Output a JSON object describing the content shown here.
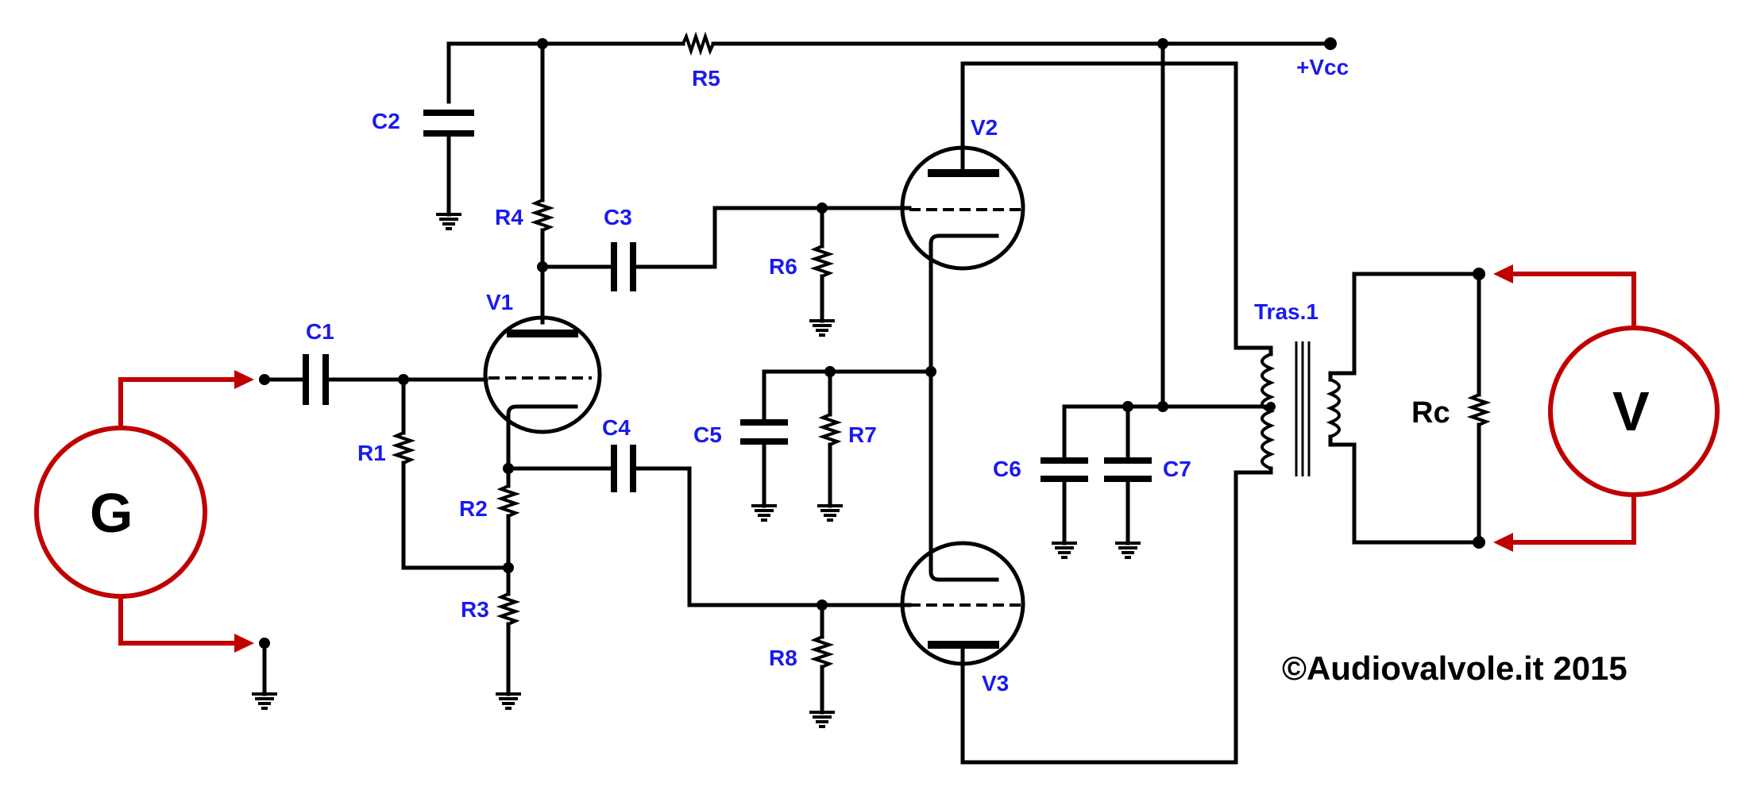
{
  "labels": {
    "c1": "C1",
    "c2": "C2",
    "c3": "C3",
    "c4": "C4",
    "c5": "C5",
    "c6": "C6",
    "c7": "C7",
    "r1": "R1",
    "r2": "R2",
    "r3": "R3",
    "r4": "R4",
    "r5": "R5",
    "r6": "R6",
    "r7": "R7",
    "r8": "R8",
    "v1": "V1",
    "v2": "V2",
    "v3": "V3",
    "vcc": "+Vcc",
    "tras": "Tras.1",
    "rc": "Rc",
    "generator": "G",
    "voltmeter": "V"
  },
  "copyright": "©Audiovalvole.it 2015",
  "colors": {
    "wire": "#000000",
    "instrument": "#c00000",
    "label": "#1a1aee"
  }
}
